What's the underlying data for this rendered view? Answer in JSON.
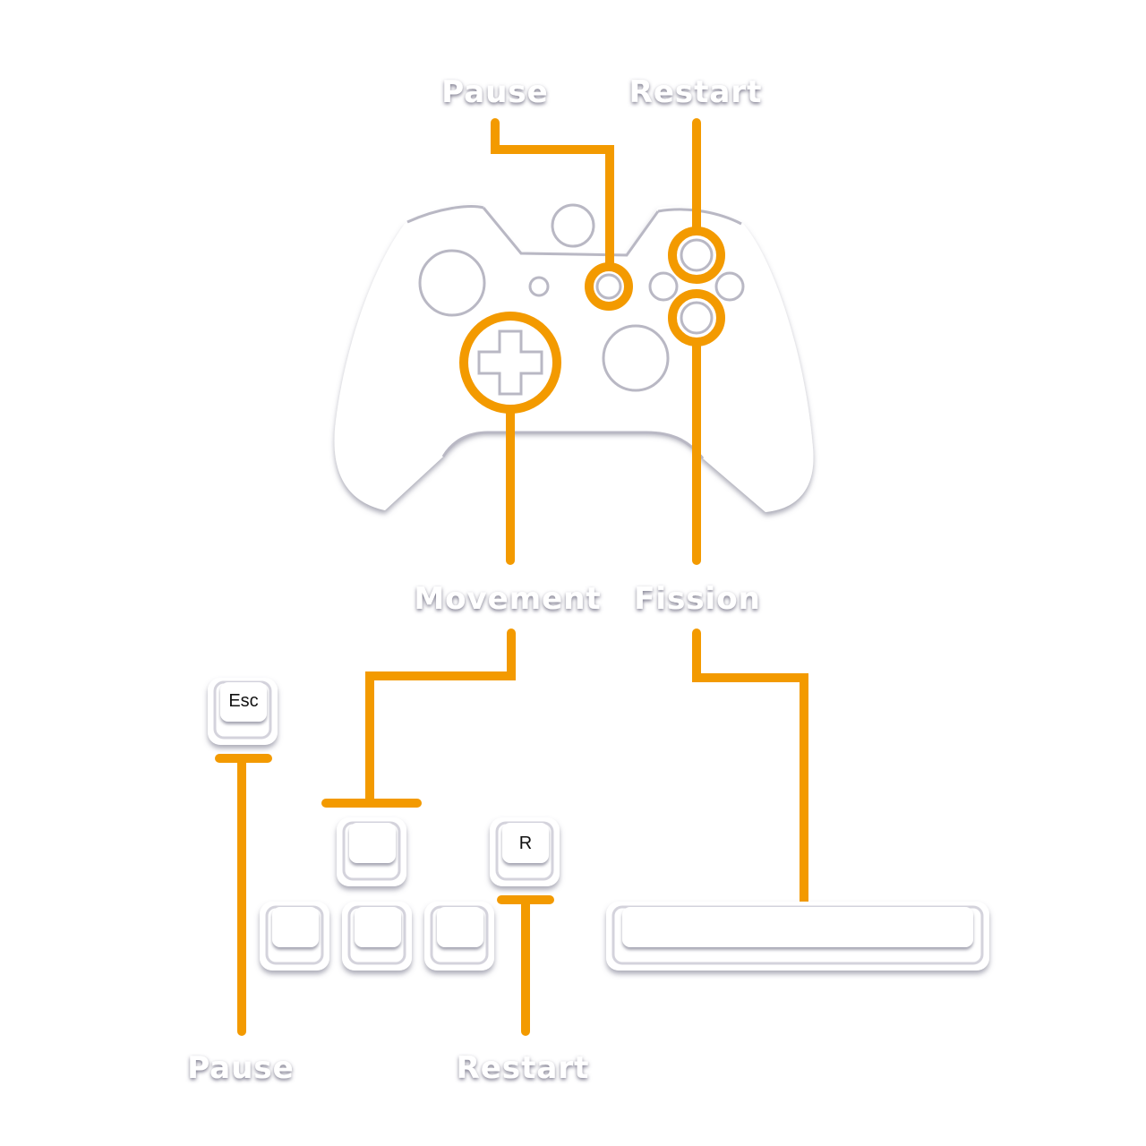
{
  "accent_color": "#F39A00",
  "controller": {
    "labels": {
      "pause": "Pause",
      "restart": "Restart",
      "movement": "Movement",
      "fission": "Fission"
    }
  },
  "keyboard": {
    "labels": {
      "pause": "Pause",
      "restart": "Restart"
    },
    "keys": {
      "esc": "Esc",
      "r": "R"
    }
  }
}
